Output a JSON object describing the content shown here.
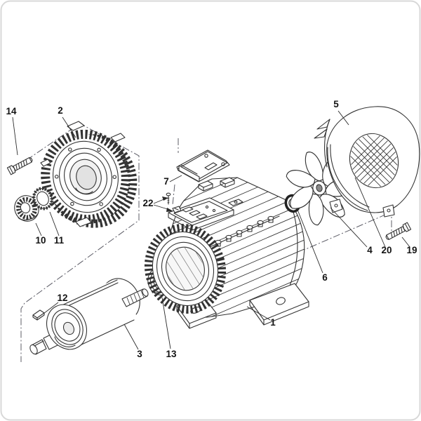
{
  "figure": {
    "kind": "exploded-parts-diagram",
    "colors": {
      "background": "#ffffff",
      "ink": "#333333",
      "phantom": "#5c5c66",
      "label": "#141414"
    }
  },
  "callouts": [
    {
      "num": "1"
    },
    {
      "num": "2"
    },
    {
      "num": "3"
    },
    {
      "num": "4"
    },
    {
      "num": "5"
    },
    {
      "num": "6"
    },
    {
      "num": "7"
    },
    {
      "num": "10"
    },
    {
      "num": "11"
    },
    {
      "num": "12"
    },
    {
      "num": "13"
    },
    {
      "num": "14"
    },
    {
      "num": "19"
    },
    {
      "num": "20"
    },
    {
      "num": "22"
    }
  ]
}
